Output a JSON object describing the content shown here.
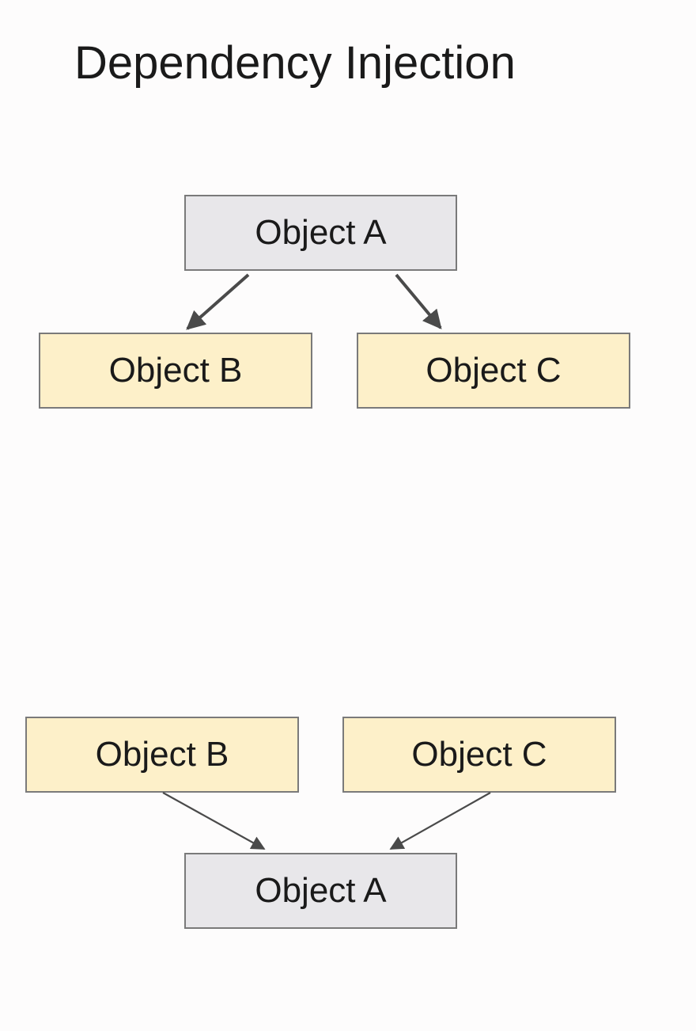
{
  "title": "Dependency Injection",
  "colors": {
    "primary_box_fill": "#e8e7ea",
    "dependency_box_fill": "#fdf0c9",
    "border": "#7a7a7a",
    "arrow": "#4a4a4a"
  },
  "top_diagram": {
    "parent": "Object A",
    "children": [
      "Object B",
      "Object C"
    ],
    "arrow_direction": "parent-to-children"
  },
  "bottom_diagram": {
    "sources": [
      "Object B",
      "Object C"
    ],
    "target": "Object A",
    "arrow_direction": "sources-to-target"
  }
}
